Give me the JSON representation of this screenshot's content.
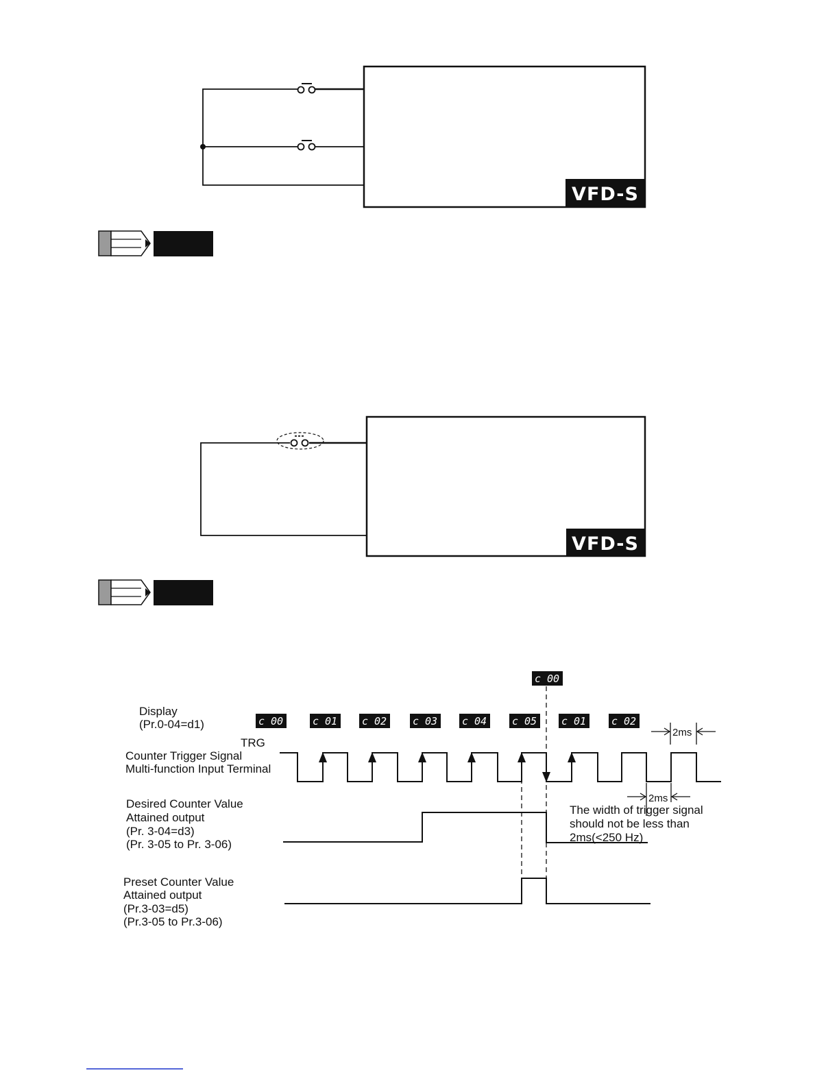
{
  "diagram1": {
    "brand": "VFD-S"
  },
  "diagram2": {
    "brand": "VFD-S"
  },
  "timing": {
    "top_display": "c 00",
    "display_label": [
      "Display",
      "(Pr.0-04=d1)"
    ],
    "display_values": [
      "c 00",
      "c 01",
      "c 02",
      "c 03",
      "c 04",
      "c 05",
      "c 01",
      "c 02"
    ],
    "trg_label": "TRG",
    "trigger_label": [
      "Counter Trigger Signal",
      "Multi-function Input Terminal"
    ],
    "desired_label": [
      "Desired Counter Value",
      "Attained output",
      "(Pr. 3-04=d3)",
      "(Pr. 3-05 to Pr. 3-06)"
    ],
    "preset_label": [
      "Preset Counter Value",
      "Attained output",
      "(Pr.3-03=d5)",
      "(Pr.3-05 to Pr.3-06)"
    ],
    "ms_top": "2ms",
    "ms_bottom": "2ms",
    "note": [
      "The width of trigger signal",
      "should not be less than",
      "2ms(<250 Hz)"
    ]
  }
}
